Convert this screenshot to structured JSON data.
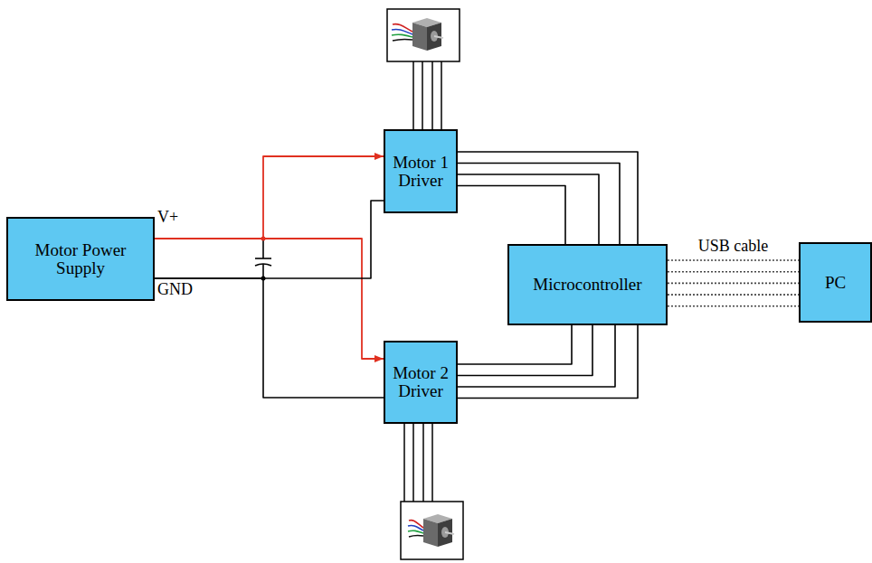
{
  "diagram": {
    "nodes": [
      {
        "text": [
          "Motor Power Supply"
        ]
      },
      {
        "text": [
          "Motor 1 Driver"
        ]
      },
      {
        "text": [
          "Motor 2 Driver"
        ]
      },
      {
        "text": [
          "Microcontroller"
        ]
      },
      {
        "text": [
          "PC"
        ]
      }
    ],
    "edges": [
      {
        "from": 0,
        "to": 1,
        "arrow": "to"
      },
      {
        "from": 0,
        "to": 2,
        "arrow": "to"
      },
      {
        "from": 0,
        "to": 1,
        "arrow": "none"
      },
      {
        "from": 0,
        "to": 2,
        "arrow": "none"
      },
      {
        "from": 3,
        "to": 1,
        "arrow": "none"
      },
      {
        "from": 3,
        "to": 2,
        "arrow": "none"
      },
      {
        "from": 3,
        "to": 4,
        "label": "USB cable",
        "arrow": "none"
      }
    ],
    "labels": [
      "V+",
      "GND"
    ]
  }
}
